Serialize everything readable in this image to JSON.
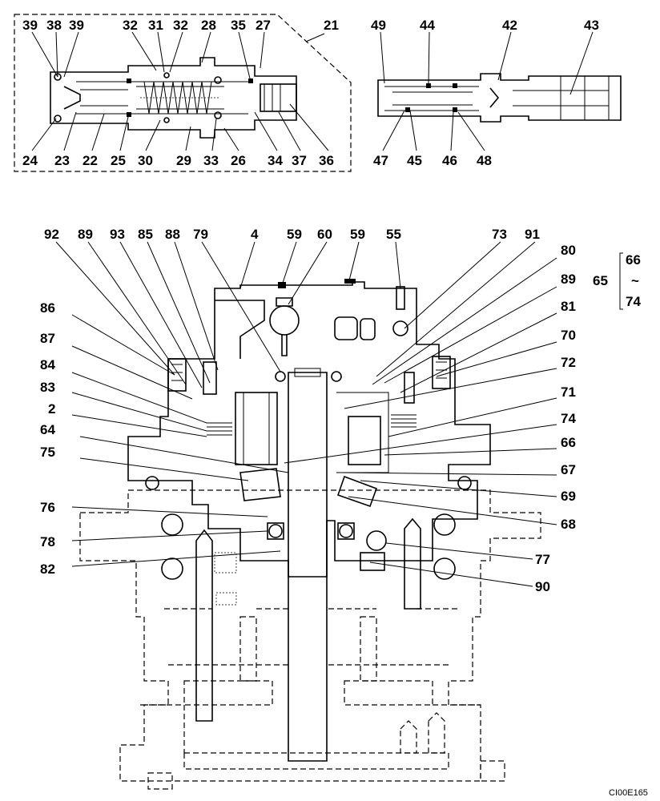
{
  "diagram": {
    "detail_left_labels_top": [
      "39",
      "38",
      "39",
      "32",
      "31",
      "32",
      "28",
      "35",
      "27"
    ],
    "detail_left_labels_bottom": [
      "24",
      "23",
      "22",
      "25",
      "30",
      "29",
      "33",
      "26",
      "34",
      "37",
      "36"
    ],
    "detail_group_label": "21",
    "detail_right_labels_top": [
      "49",
      "44",
      "42",
      "43"
    ],
    "detail_right_labels_bottom": [
      "47",
      "45",
      "46",
      "48"
    ],
    "main_top_labels": [
      "92",
      "89",
      "93",
      "85",
      "88",
      "79",
      "4",
      "59",
      "60",
      "59",
      "55",
      "73",
      "91"
    ],
    "main_left_labels": [
      "86",
      "87",
      "84",
      "83",
      "2",
      "64",
      "75",
      "76",
      "78",
      "82"
    ],
    "main_right_labels": [
      "80",
      "89",
      "81",
      "70",
      "72",
      "71",
      "74",
      "66",
      "67",
      "69",
      "68",
      "77",
      "90"
    ],
    "range_group": {
      "label": "65",
      "from": "66",
      "tilde": "~",
      "to": "74"
    },
    "figure_code": "CI00E165"
  }
}
